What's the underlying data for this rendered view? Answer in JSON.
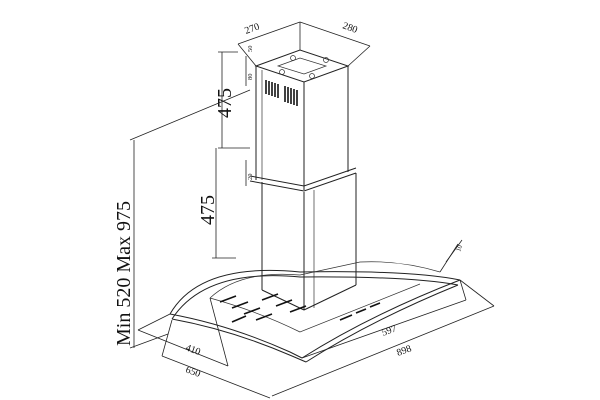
{
  "dimensions": {
    "chimney_depth": "270",
    "chimney_width": "280",
    "upper_height": "475",
    "lower_height": "475",
    "height_range": "Min 520 Max 975",
    "canopy_inner_width": "410",
    "canopy_depth": "650",
    "glass_width": "597",
    "overall_width": "898",
    "vent_offset_top": "50",
    "vent_offset_side": "80",
    "overlap": "20",
    "glass_thickness": "10"
  }
}
